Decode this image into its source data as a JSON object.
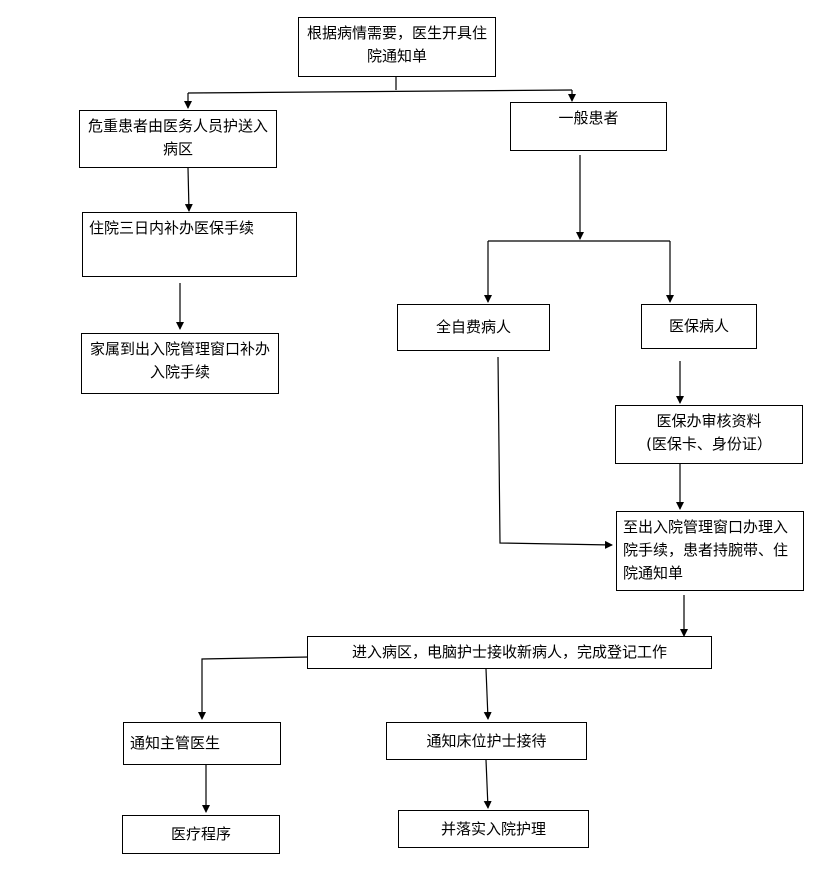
{
  "nodes": {
    "start": "根据病情需要，医生开具住院通知单",
    "critical": "危重患者由医务人员护送入病区",
    "general": "一般患者",
    "insurance_supplement": "住院三日内补办医保手续",
    "self_pay": "全自费病人",
    "insured": "医保病人",
    "family_supplement": "家属到出入院管理窗口补办入院手续",
    "insurance_review": "医保办审核资料\n(医保卡、身份证）",
    "admission_window": "至出入院管理窗口办理入院手续，患者持腕带、住院通知单",
    "ward_entry": "进入病区，电脑护士接收新病人，完成登记工作",
    "notify_doctor": "通知主管医生",
    "notify_nurse": "通知床位护士接待",
    "treatment": "医疗程序",
    "nursing": "并落实入院护理"
  },
  "colors": {
    "line": "#000000",
    "box_border": "#000000",
    "background": "#ffffff"
  }
}
